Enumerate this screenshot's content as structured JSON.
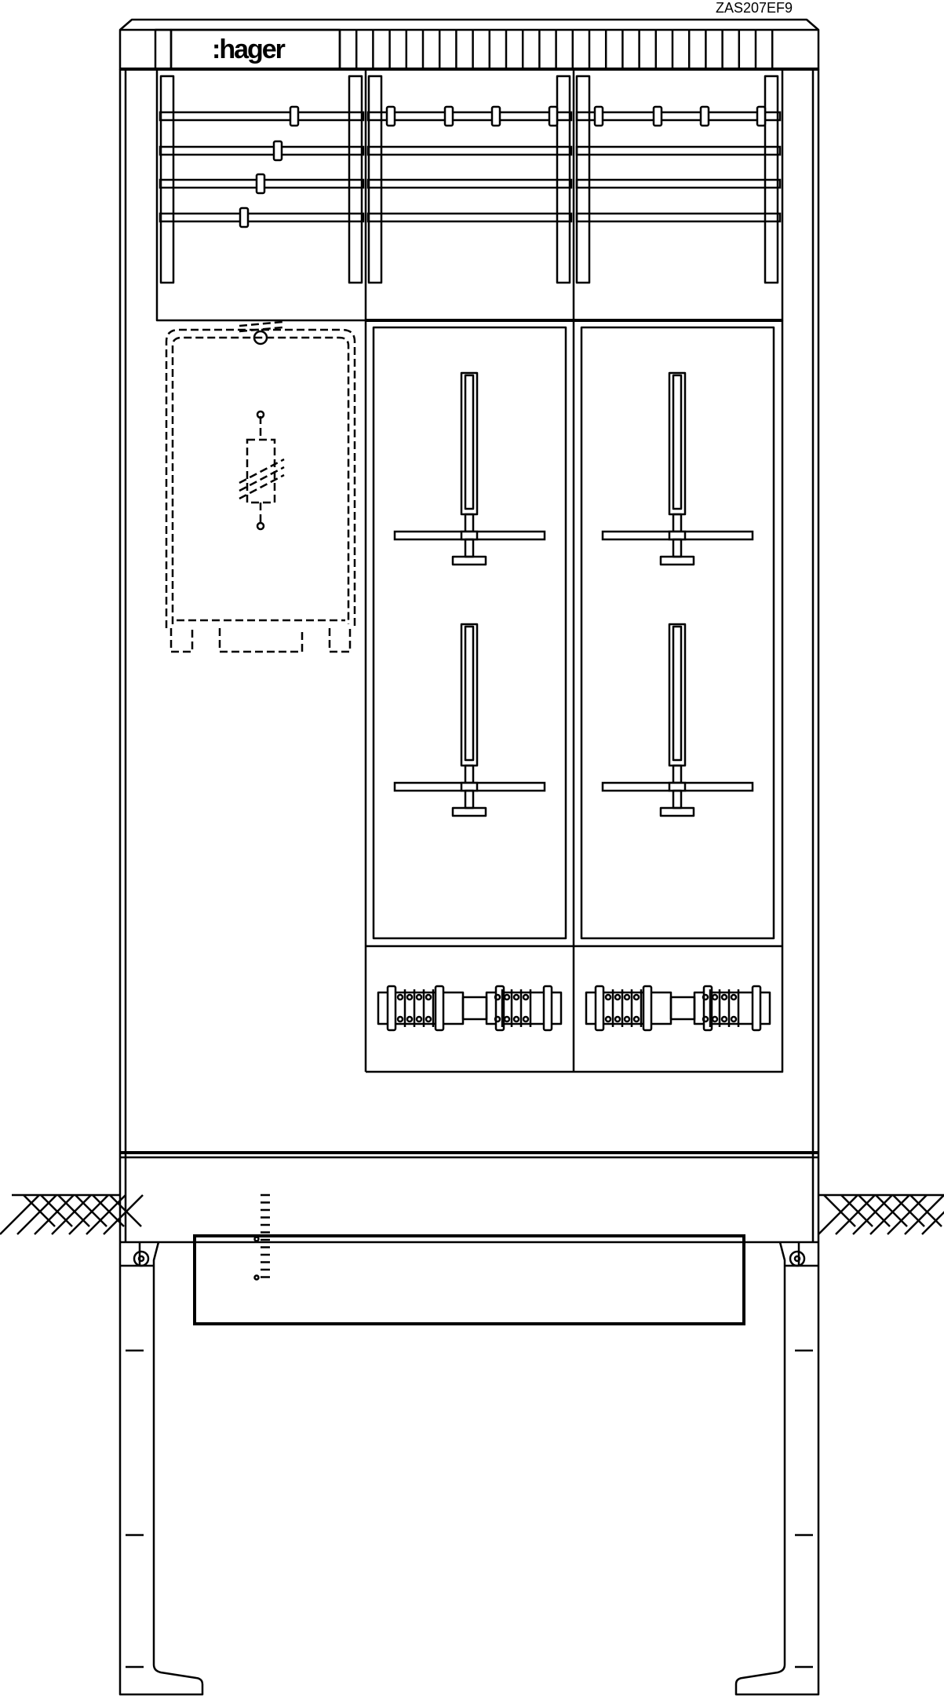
{
  "drawing": {
    "article_number": "ZAS207EF9",
    "brand_logo": ":hager",
    "meter_panels": 2,
    "meter_mounts_per_panel": 2,
    "busbar_rows": 4,
    "terminal_blocks": 4,
    "line_color": "#000000",
    "background_color": "#ffffff"
  }
}
